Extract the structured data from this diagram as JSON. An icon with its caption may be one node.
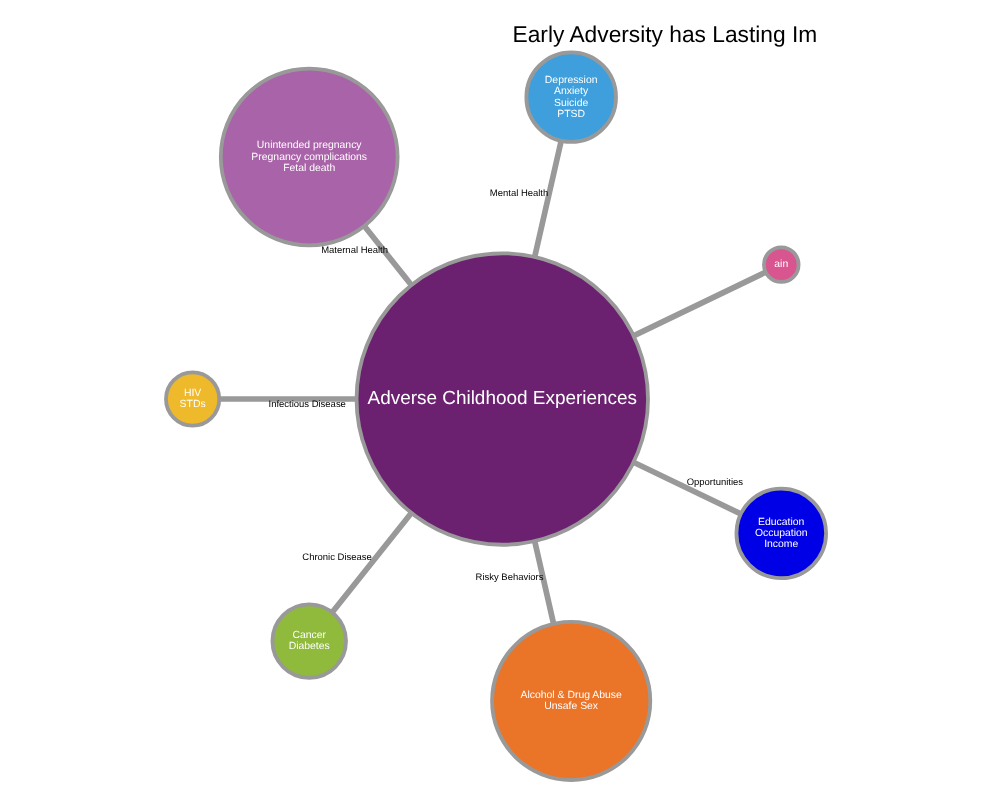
{
  "diagram": {
    "title": "Early Adversity has Lasting Im",
    "nodes": [
      {
        "text": [
          "Adverse Childhood Experiences"
        ]
      },
      {
        "text": [
          "ain"
        ]
      },
      {
        "text": [
          "Depression",
          "Anxiety",
          "Suicide",
          "PTSD"
        ]
      },
      {
        "text": [
          "Unintended pregnancy",
          "Pregnancy complications",
          "Fetal death"
        ]
      },
      {
        "text": [
          "HIV",
          "STDs"
        ]
      },
      {
        "text": [
          "Cancer",
          "Diabetes"
        ]
      },
      {
        "text": [
          "Alcohol & Drug Abuse",
          "Unsafe Sex"
        ]
      },
      {
        "text": [
          "Education",
          "Occupation",
          "Income"
        ]
      }
    ],
    "edges": [
      {
        "from": 0,
        "to": 1,
        "arrow": "none"
      },
      {
        "from": 0,
        "to": 2,
        "arrow": "none",
        "label": "Mental Health"
      },
      {
        "from": 0,
        "to": 3,
        "arrow": "none",
        "label": "Maternal Health"
      },
      {
        "from": 0,
        "to": 4,
        "arrow": "none",
        "label": "Infectious Disease"
      },
      {
        "from": 0,
        "to": 5,
        "arrow": "none",
        "label": "Chronic Disease"
      },
      {
        "from": 0,
        "to": 6,
        "arrow": "none",
        "label": "Risky Behaviors"
      },
      {
        "from": 0,
        "to": 7,
        "arrow": "none",
        "label": "Opportunities"
      }
    ]
  }
}
